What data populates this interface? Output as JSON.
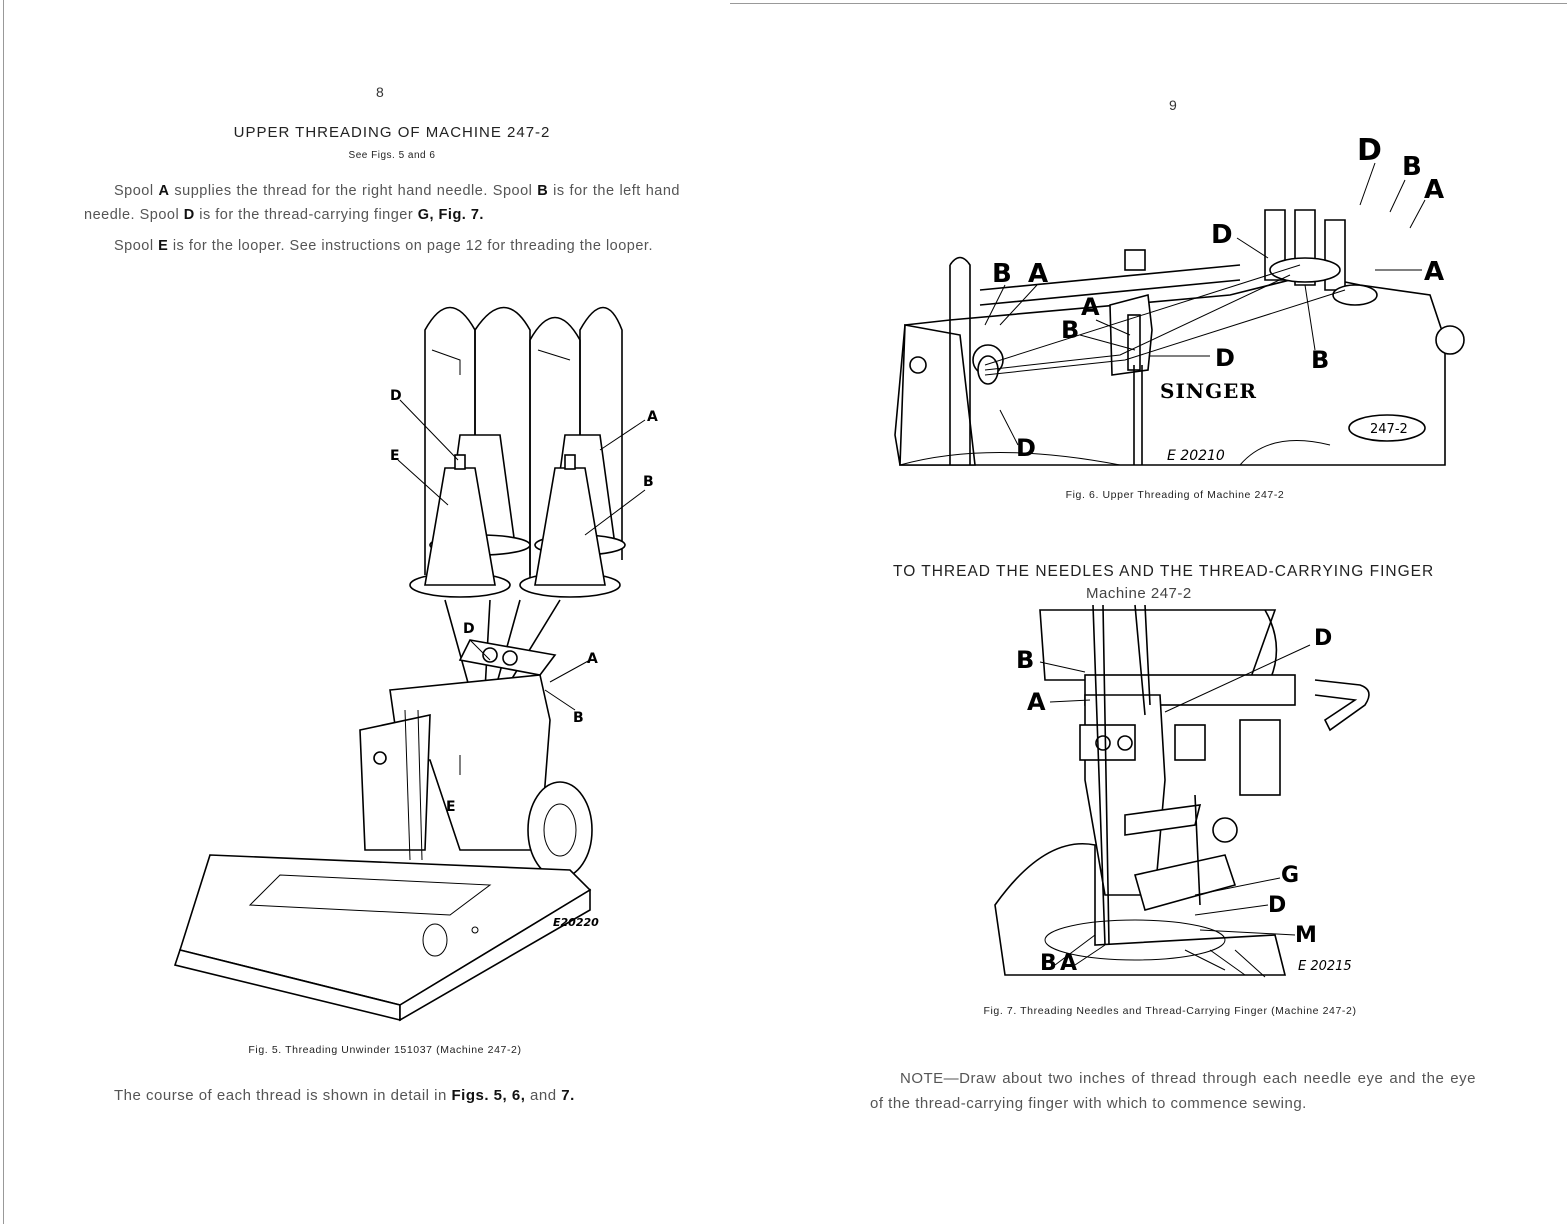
{
  "left_page": {
    "page_number": "8",
    "heading": "UPPER THREADING OF MACHINE 247-2",
    "subheading": "See Figs. 5 and 6",
    "para1": {
      "t1": "Spool ",
      "b1": "A",
      "t2": " supplies the thread for the right hand needle. Spool ",
      "b2": "B",
      "t3": " is for the left hand needle. Spool ",
      "b3": "D",
      "t4": " is for the thread-carrying finger ",
      "b4": "G, Fig. 7."
    },
    "para2": {
      "t1": "Spool ",
      "b1": "E",
      "t2": " is for the looper. See instructions on page 12 for threading the looper."
    },
    "figure": {
      "labels": [
        "D",
        "A",
        "E",
        "B",
        "D",
        "A",
        "B",
        "E"
      ],
      "code": "E20220",
      "caption": "Fig. 5.   Threading Unwinder 151037 (Machine 247-2)"
    },
    "footer": {
      "t1": "The course of each thread is shown in detail in ",
      "b1": "Figs. 5, 6,",
      "t2": " and ",
      "b2": "7."
    }
  },
  "right_page": {
    "page_number": "9",
    "fig6": {
      "labels": [
        "D",
        "B",
        "A",
        "D",
        "B",
        "A",
        "A",
        "B",
        "D",
        "B",
        "D",
        "A"
      ],
      "brand": "SINGER",
      "model_badge": "247-2",
      "code": "E 20210",
      "caption": "Fig. 6.   Upper Threading of Machine 247-2"
    },
    "section_heading": "TO THREAD THE NEEDLES AND THE THREAD-CARRYING FINGER",
    "section_subheading": "Machine 247-2",
    "fig7": {
      "labels": [
        "B",
        "D",
        "A",
        "G",
        "D",
        "M",
        "B",
        "A"
      ],
      "code": "E 20215",
      "caption": "Fig. 7.   Threading Needles and Thread-Carrying Finger (Machine 247-2)"
    },
    "note": "NOTE—Draw about two inches of thread through each needle eye and the eye of the thread-carrying finger with which to commence sewing."
  }
}
